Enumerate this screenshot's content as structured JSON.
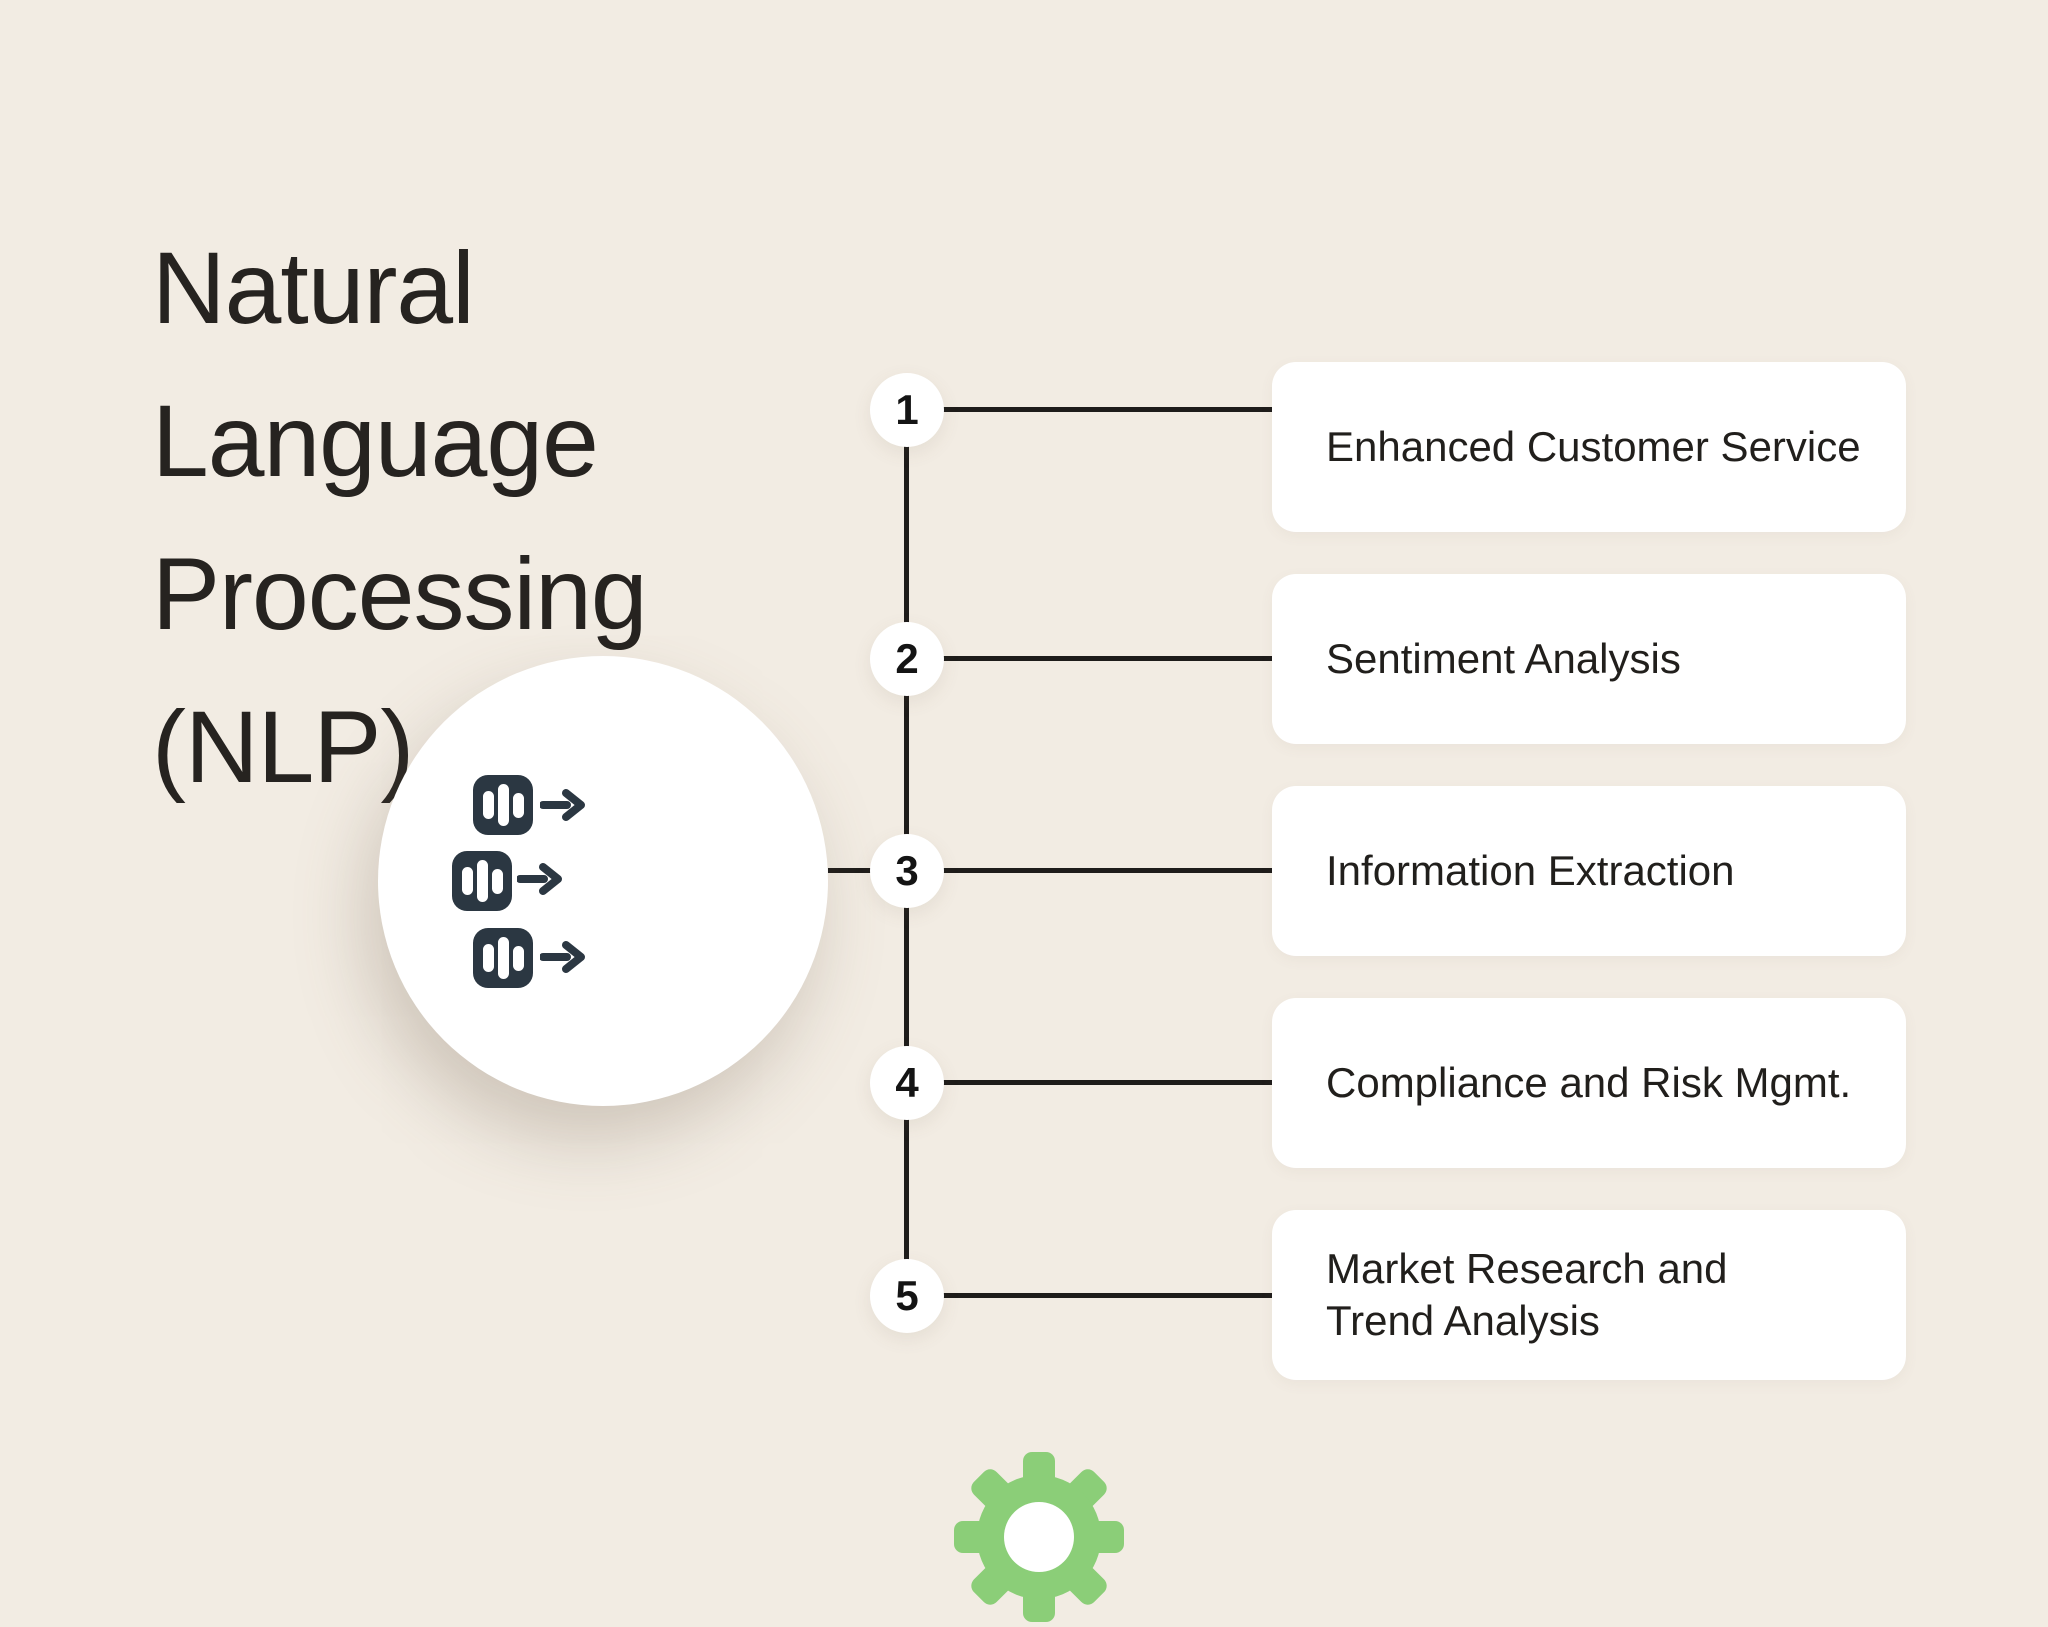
{
  "title": "Natural Language\nProcessing (NLP)",
  "colors": {
    "background": "#f2ece3",
    "card": "#ffffff",
    "line": "#1e1c1a",
    "dark_icon": "#2b3742",
    "green_gear": "#8bce78",
    "text": "#211f1c"
  },
  "center_icon": {
    "description": "three data-document tiles with arrows feeding into a gear",
    "icons": [
      "data-tile-icon",
      "arrow-right-icon",
      "gear-icon"
    ]
  },
  "timeline": {
    "items": [
      {
        "number": "1",
        "label": "Enhanced Customer Service"
      },
      {
        "number": "2",
        "label": "Sentiment Analysis"
      },
      {
        "number": "3",
        "label": "Information Extraction"
      },
      {
        "number": "4",
        "label": "Compliance and Risk Mgmt."
      },
      {
        "number": "5",
        "label": "Market Research and\nTrend Analysis"
      }
    ]
  }
}
